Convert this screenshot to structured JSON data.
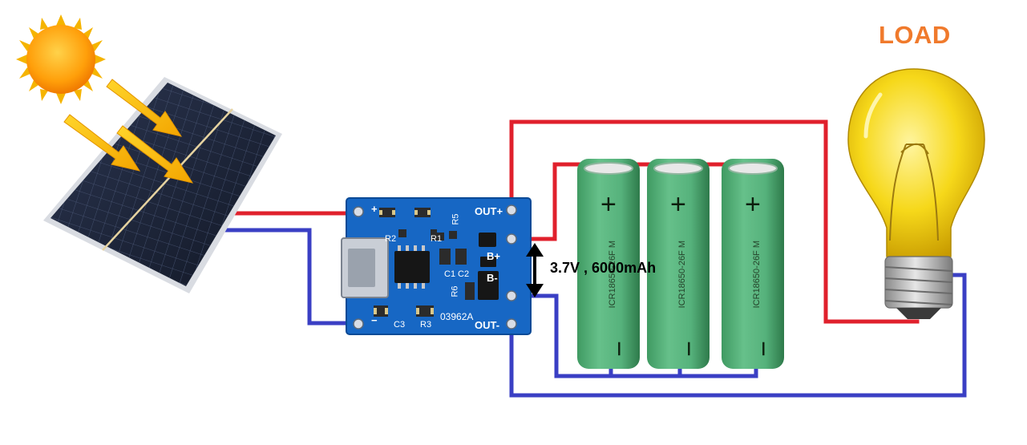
{
  "load": {
    "label": "LOAD",
    "color": "#f07a2c"
  },
  "battery": {
    "spec": "3.7V , 6000mAh"
  },
  "module": {
    "out_plus": "OUT+",
    "out_minus": "OUT-",
    "b_plus": "B+",
    "b_minus": "B-",
    "in_plus": "+",
    "in_minus": "−",
    "code": "03962A",
    "components": [
      "R2",
      "R1",
      "R5",
      "C1",
      "C2",
      "R6",
      "C3",
      "R3"
    ]
  },
  "cells": {
    "plus_sign": "+",
    "minus_sign": "−",
    "prints": [
      "ICR18650-26F M",
      "ICR18650-26F M",
      "ICR18650-26F M"
    ]
  },
  "wire_colors": {
    "positive": "#e0202c",
    "negative": "#3a3fc4"
  },
  "icons": [
    "sun-icon",
    "solar-panel-icon",
    "light-bulb-icon",
    "charger-module-icon",
    "battery-cell-icon",
    "usb-port-icon"
  ]
}
